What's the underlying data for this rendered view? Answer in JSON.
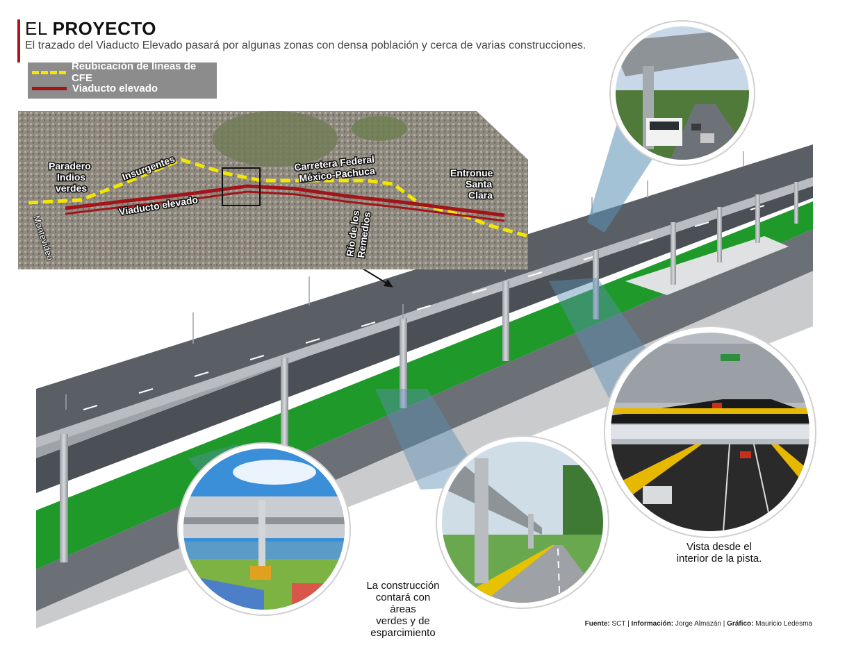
{
  "header": {
    "title_light": "EL ",
    "title_bold": "PROYECTO",
    "subtitle": "El trazado del Viaducto Elevado pasará por algunas zonas con densa población y cerca de varias construcciones."
  },
  "legend": {
    "items": [
      {
        "label": "Reubicación de líneas de CFE",
        "color": "#f3e600",
        "style": "dashed"
      },
      {
        "label": "Viaducto elevado",
        "color": "#a31419",
        "style": "solid"
      }
    ]
  },
  "map": {
    "labels": {
      "paradero": [
        "Paradero",
        "Indios",
        "verdes"
      ],
      "insurgentes": "Insurgentes",
      "carretera": [
        "Carretera Federal",
        "México-Pachuca"
      ],
      "entronque": [
        "Entronue",
        "Santa",
        "Clara"
      ],
      "viaducto": "Viaducto elevado",
      "rio": [
        "Río de los",
        "Remedios"
      ],
      "montevideo": "Montevideo"
    }
  },
  "captions": {
    "areas_verdes": [
      "La construcción",
      "contará con áreas",
      "verdes y de",
      "esparcimiento"
    ],
    "interior": [
      "Vista desde el",
      "interior de la pista."
    ]
  },
  "source": {
    "fuente_label": "Fuente:",
    "fuente": "SCT",
    "info_label": "Información:",
    "info": "Jorge Almazán",
    "grafico_label": "Gráfico:",
    "grafico": "Mauricio Ledesma"
  },
  "colors": {
    "accent_red": "#b3121b",
    "cfe_yellow": "#f3e600",
    "viaduct_red": "#a31419",
    "road_gray": "#5a5f66",
    "grass_green": "#1f9a2a"
  }
}
